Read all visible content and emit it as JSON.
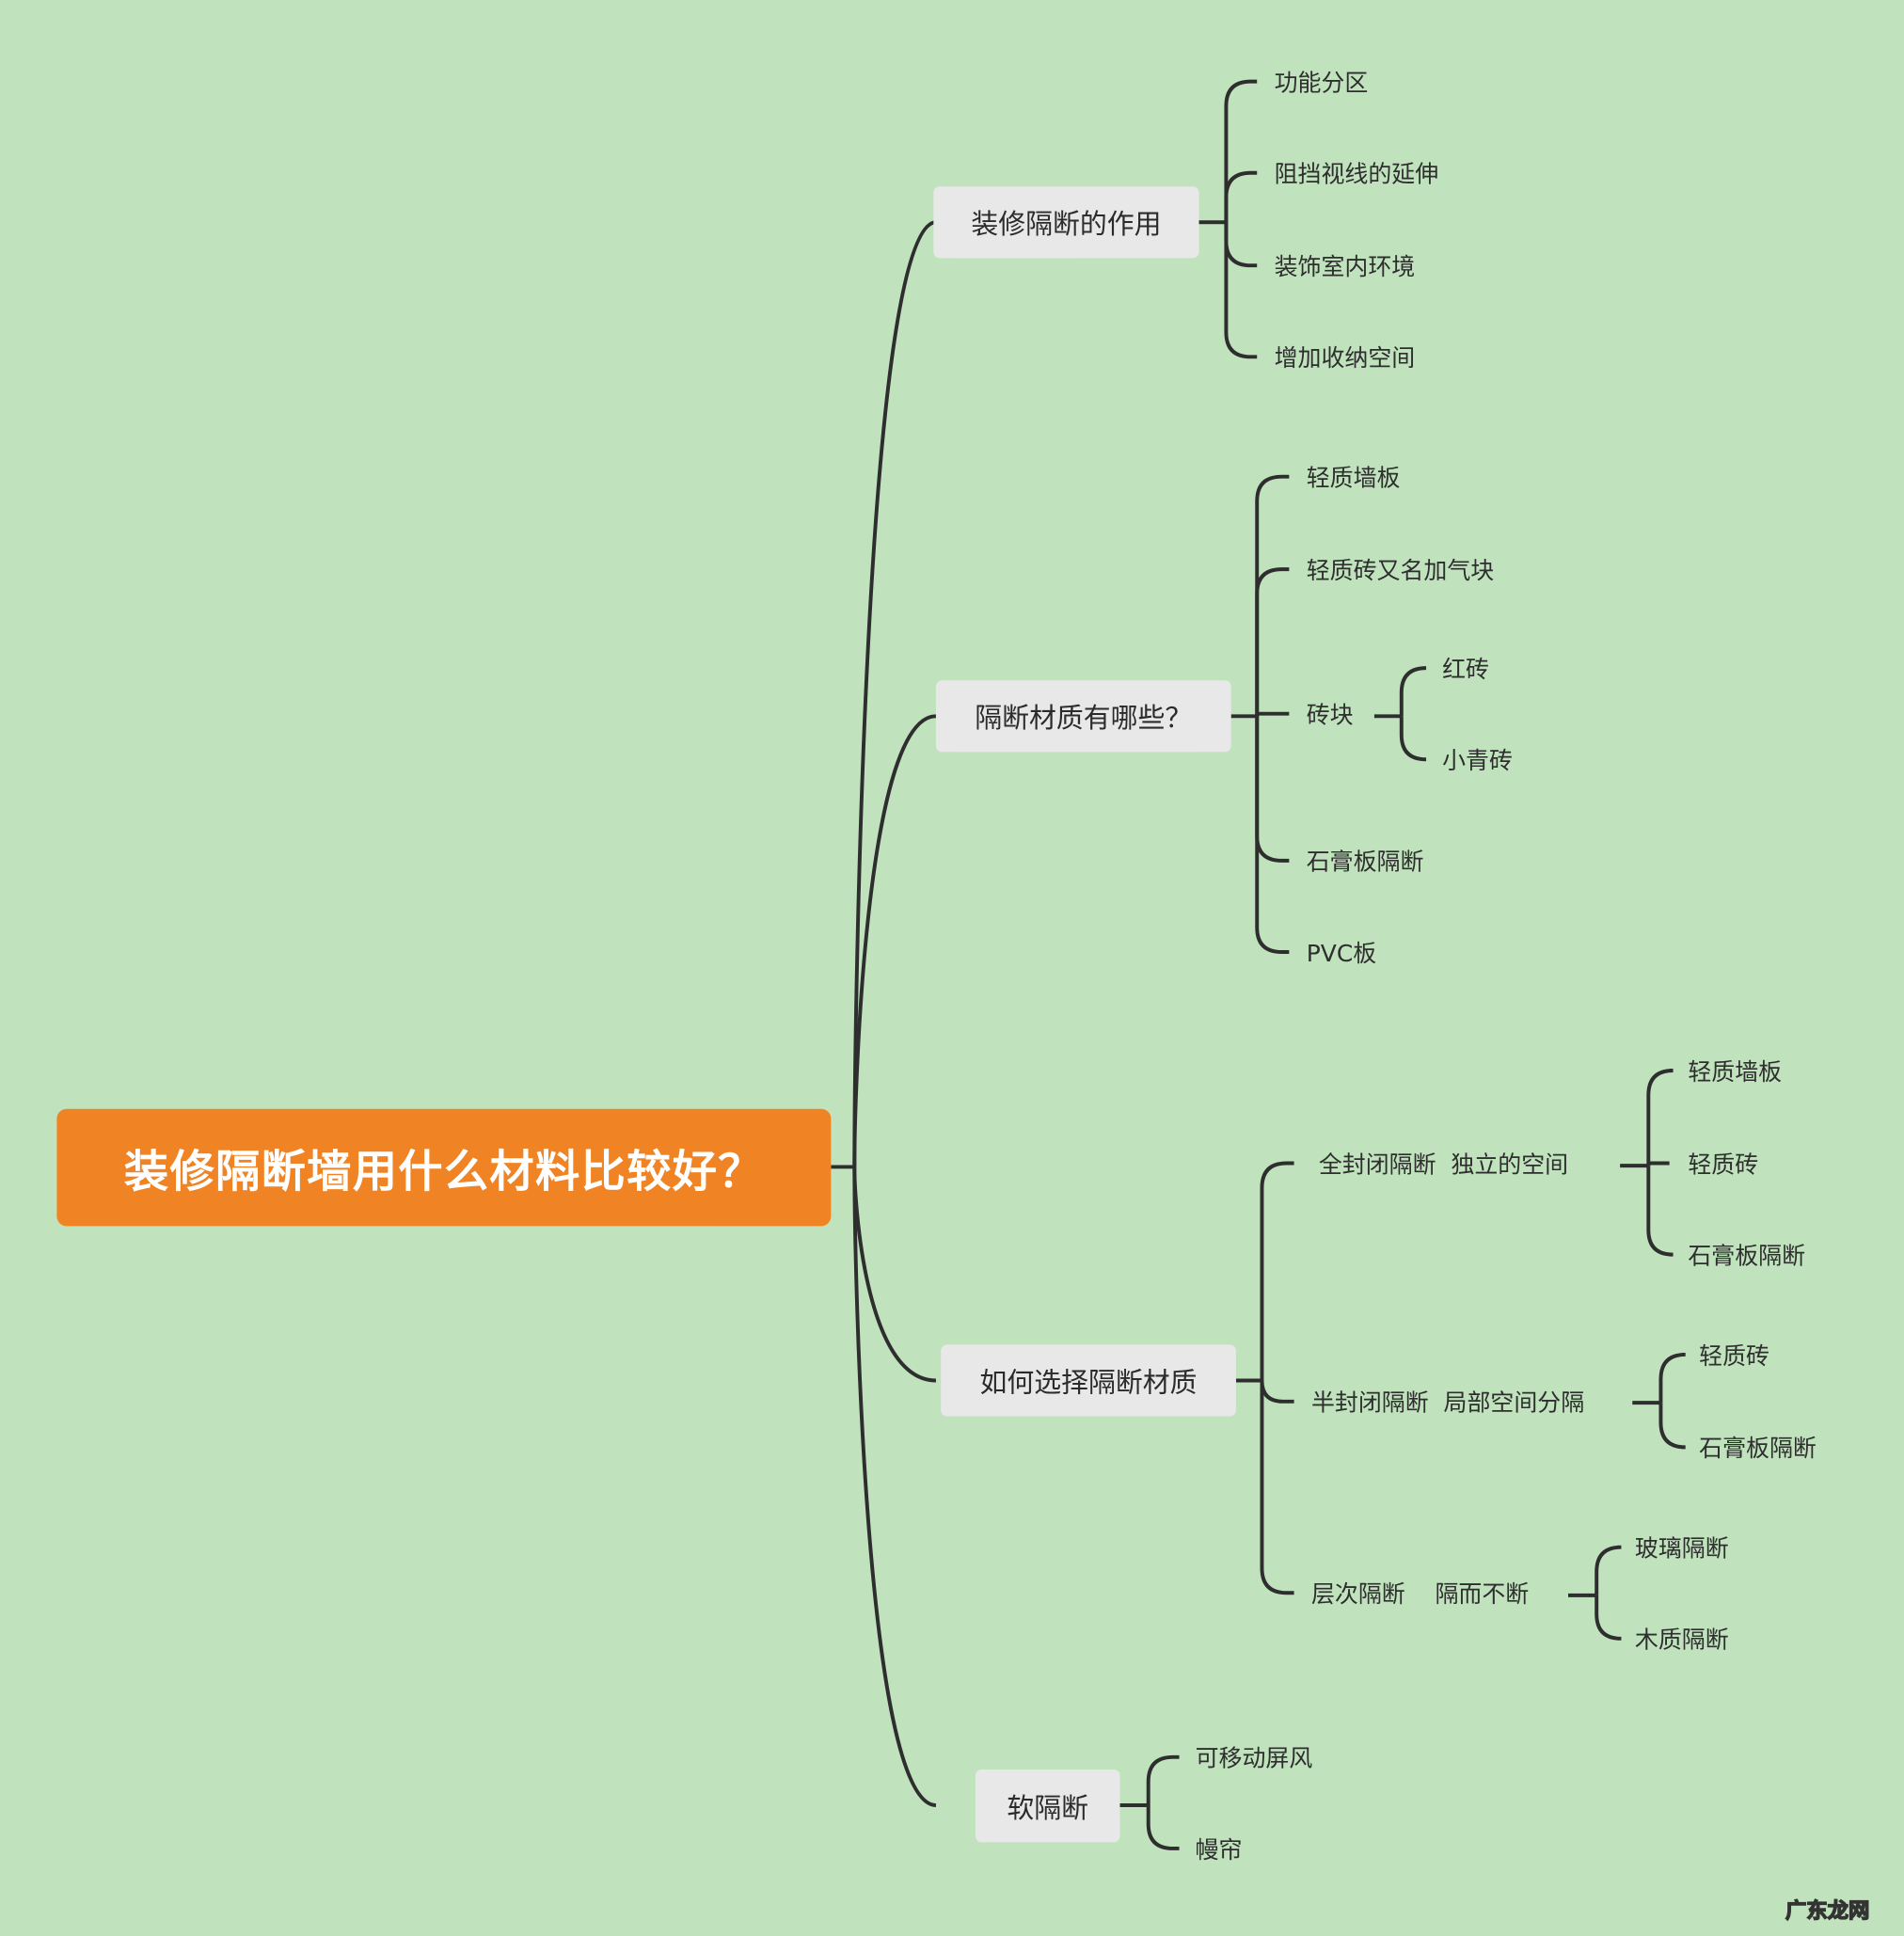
{
  "root": {
    "title": "装修隔断墙用什么材料比较好？"
  },
  "branches": [
    {
      "label": "装修隔断的作用",
      "children": [
        "功能分区",
        "阻挡视线的延伸",
        "装饰室内环境",
        "增加收纳空间"
      ]
    },
    {
      "label": "隔断材质有哪些？",
      "children": [
        "轻质墙板",
        "轻质砖又名加气块",
        "砖块",
        "石膏板隔断",
        "PVC板"
      ],
      "brick_children": [
        "红砖",
        "小青砖"
      ]
    },
    {
      "label": "如何选择隔断材质",
      "children": [
        {
          "label": "全封闭隔断  独立的空间",
          "children": [
            "轻质墙板",
            "轻质砖",
            "石膏板隔断"
          ]
        },
        {
          "label": "半封闭隔断  局部空间分隔",
          "children": [
            "轻质砖",
            "石膏板隔断"
          ]
        },
        {
          "label": "层次隔断    隔而不断",
          "children": [
            "玻璃隔断",
            "木质隔断"
          ]
        }
      ]
    },
    {
      "label": "软隔断",
      "children": [
        "可移动屏风",
        "幔帘"
      ]
    }
  ],
  "watermark": "广东龙网",
  "colors": {
    "background": "#c0e3be",
    "root": "#f08424",
    "box": "#e8e8e8",
    "line": "#2e2e2e"
  }
}
